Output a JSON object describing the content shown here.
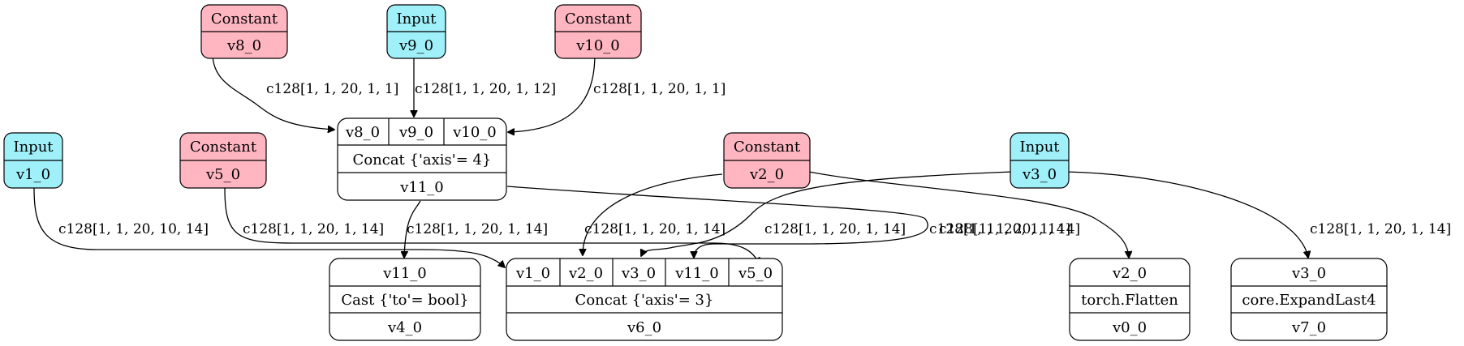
{
  "colors": {
    "input": "#a0f0fa",
    "constant": "#ffb6c1",
    "op": "#ffffff",
    "stroke": "#000000"
  },
  "nodes": {
    "v8_const": {
      "kind": "Constant",
      "name": "v8_0"
    },
    "v9_input": {
      "kind": "Input",
      "name": "v9_0"
    },
    "v10_const": {
      "kind": "Constant",
      "name": "v10_0"
    },
    "v1_input": {
      "kind": "Input",
      "name": "v1_0"
    },
    "v5_const": {
      "kind": "Constant",
      "name": "v5_0"
    },
    "v2_const": {
      "kind": "Constant",
      "name": "v2_0"
    },
    "v3_input": {
      "kind": "Input",
      "name": "v3_0"
    },
    "concat11": {
      "inputs": [
        "v8_0",
        "v9_0",
        "v10_0"
      ],
      "op": "Concat {'axis'= 4}",
      "output": "v11_0"
    },
    "cast4": {
      "input": "v11_0",
      "op": "Cast {'to'= bool}",
      "output": "v4_0"
    },
    "concat6": {
      "inputs": [
        "v1_0",
        "v2_0",
        "v3_0",
        "v11_0",
        "v5_0"
      ],
      "op": "Concat {'axis'= 3}",
      "output": "v6_0"
    },
    "flatten0": {
      "input": "v2_0",
      "op": "torch.Flatten",
      "output": "v0_0"
    },
    "expand7": {
      "input": "v3_0",
      "op": "core.ExpandLast4",
      "output": "v7_0"
    }
  },
  "edges": {
    "v8_to_concat11": "c128[1, 1, 20, 1, 1]",
    "v9_to_concat11": "c128[1, 1, 20, 1, 12]",
    "v10_to_concat11": "c128[1, 1, 20, 1, 1]",
    "v1_to_concat6": "c128[1, 1, 20, 10, 14]",
    "v5_to_concat6": "c128[1, 1, 20, 1, 14]",
    "v11_to_cast4": "c128[1, 1, 20, 1, 14]",
    "v2_to_concat6": "c128[1, 1, 20, 1, 14]",
    "v3_to_concat6": "c128[1, 1, 20, 1, 14]",
    "v11_to_concat6": "c128[1, 1, 20, 1, 14]",
    "v2_to_flatten0": "c128[1, 1, 20, 1, 14]",
    "v3_to_expand7": "c128[1, 1, 20, 1, 14]"
  }
}
